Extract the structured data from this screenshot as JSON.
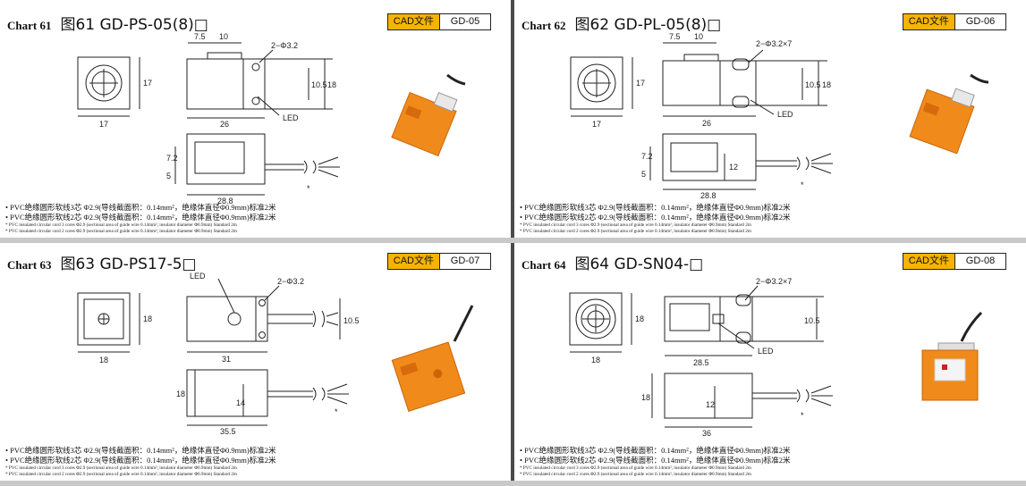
{
  "panels": [
    {
      "chart_label": "Chart 61",
      "title": "图61 GD-PS-05(8)□",
      "cad_label": "CAD文件",
      "cad_code": "GD-05",
      "dims": {
        "a": "7.5",
        "b": "10",
        "hole": "2−Φ3.2",
        "side_sq": "17",
        "bottom_sq": "17",
        "w": "26",
        "h1": "10.5",
        "h2": "18",
        "led": "LED",
        "f1": "5",
        "f2": "7.2",
        "len": "28.8",
        "star": "*"
      },
      "note1": "• PVC绝缘圆形软线3芯 Φ2.9(导线截面积：0.14mm²，绝缘体直径Φ0.9mm)标准2米",
      "note2": "• PVC绝缘圆形软线2芯 Φ2.9(导线截面积：0.14mm²，绝缘体直径Φ0.9mm)标准2米",
      "note3": "* PVC insulated circular cord 3 cores Φ2.9 (sectional area of guide wire 0.14mm², insulator diameter Φ0.9mm) Standard 2m",
      "note4": "* PVC insulated circular cord 2 cores Φ2.9 (sectional area of guide wire 0.14mm², insulator diameter Φ0.9mm) Standard 2m"
    },
    {
      "chart_label": "Chart 62",
      "title": "图62 GD-PL-05(8)□",
      "cad_label": "CAD文件",
      "cad_code": "GD-06",
      "dims": {
        "a": "7.5",
        "b": "10",
        "hole": "2−Φ3.2×7",
        "side_sq": "17",
        "bottom_sq": "17",
        "w": "26",
        "h1": "10.5",
        "h2": "18",
        "led": "LED",
        "f1": "5",
        "f2": "7.2",
        "h3": "12",
        "len": "28.8",
        "star": "*"
      },
      "note1": "• PVC绝缘圆形软线3芯 Φ2.9(导线截面积：0.14mm²，绝缘体直径Φ0.9mm)标准2米",
      "note2": "• PVC绝缘圆形软线2芯 Φ2.9(导线截面积：0.14mm²，绝缘体直径Φ0.9mm)标准2米",
      "note3": "* PVC insulated circular cord 3 cores Φ2.9 (sectional area of guide wire 0.14mm², insulator diameter Φ0.9mm) Standard 2m",
      "note4": "* PVC insulated circular cord 2 cores Φ2.9 (sectional area of guide wire 0.14mm², insulator diameter Φ0.9mm) Standard 2m"
    },
    {
      "chart_label": "Chart 63",
      "title": "图63 GD-PS17-5□",
      "cad_label": "CAD文件",
      "cad_code": "GD-07",
      "dims": {
        "led": "LED",
        "hole": "2−Φ3.2",
        "side_sq": "18",
        "bottom_sq": "18",
        "w": "31",
        "h1": "10.5",
        "h2": "18",
        "h3": "14",
        "len": "35.5",
        "star": "*"
      },
      "note1": "• PVC绝缘圆形软线3芯 Φ2.9(导线截面积：0.14mm²，绝缘体直径Φ0.9mm)标准2米",
      "note2": "• PVC绝缘圆形软线2芯 Φ2.9(导线截面积：0.14mm²，绝缘体直径Φ0.9mm)标准2米",
      "note3": "* PVC insulated circular cord 3 cores Φ2.9 (sectional area of guide wire 0.14mm², insulator diameter Φ0.9mm) Standard 2m",
      "note4": "* PVC insulated circular cord 2 cores Φ2.9 (sectional area of guide wire 0.14mm², insulator diameter Φ0.9mm) Standard 2m"
    },
    {
      "chart_label": "Chart 64",
      "title": "图64 GD-SN04-□",
      "cad_label": "CAD文件",
      "cad_code": "GD-08",
      "dims": {
        "hole": "2−Φ3.2×7",
        "side_sq": "18",
        "bottom_sq": "18",
        "w": "28.5",
        "h1": "10.5",
        "led": "LED",
        "h2": "18",
        "h3": "12",
        "len": "36",
        "star": "*"
      },
      "note1": "• PVC绝缘圆形软线3芯 Φ2.9(导线截面积：0.14mm²，绝缘体直径Φ0.9mm)标准2米",
      "note2": "• PVC绝缘圆形软线2芯 Φ2.9(导线截面积：0.14mm²，绝缘体直径Φ0.9mm)标准2米",
      "note3": "* PVC insulated circular cord 3 cores Φ2.9 (sectional area of guide wire 0.14mm², insulator diameter Φ0.9mm) Standard 2m",
      "note4": "* PVC insulated circular cord 2 cores Φ2.9 (sectional area of guide wire 0.14mm², insulator diameter Φ0.9mm) Standard 2m"
    }
  ],
  "colors": {
    "accent": "#f6b400",
    "sensor": "#f08a1a",
    "sensor_dark": "#c9660c",
    "line": "#222222"
  }
}
